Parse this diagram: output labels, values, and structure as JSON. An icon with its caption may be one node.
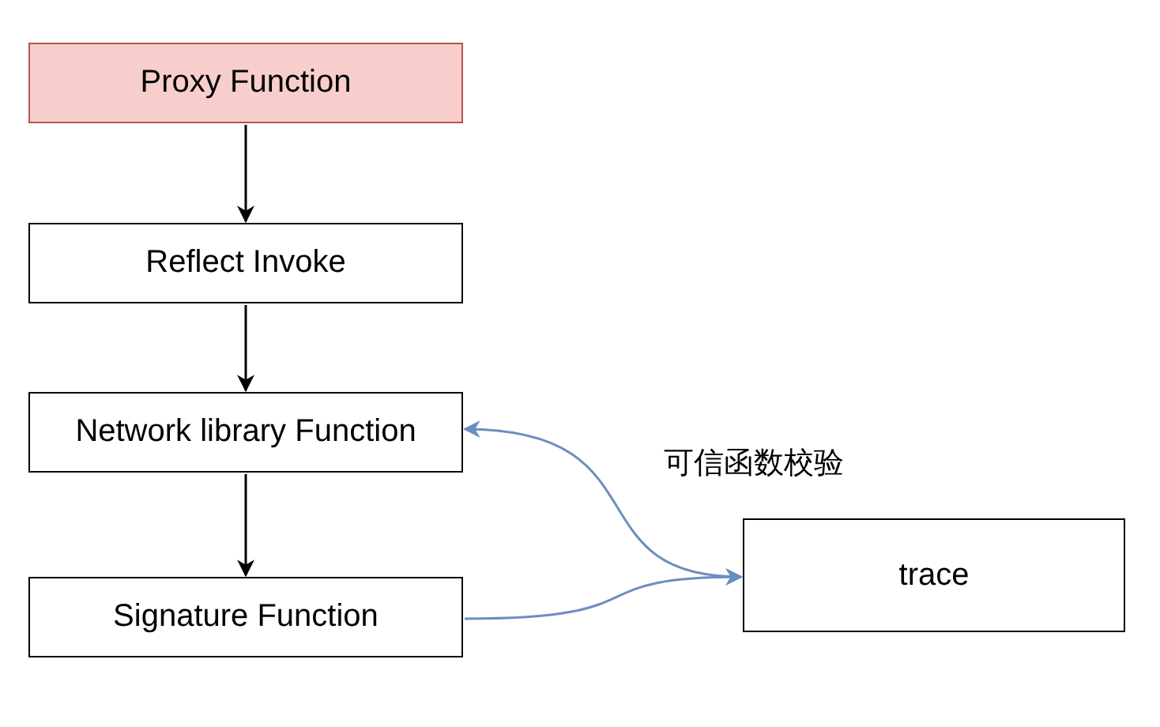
{
  "diagram": {
    "nodes": [
      {
        "text": [
          "Proxy Function"
        ]
      },
      {
        "text": [
          "Reflect Invoke"
        ]
      },
      {
        "text": [
          "Network library Function"
        ]
      },
      {
        "text": [
          "Signature Function"
        ]
      },
      {
        "text": [
          "trace"
        ]
      }
    ],
    "edges": [
      {
        "from": 0,
        "to": 1,
        "arrow": "to"
      },
      {
        "from": 1,
        "to": 2,
        "arrow": "to"
      },
      {
        "from": 2,
        "to": 3,
        "arrow": "to"
      },
      {
        "from": 2,
        "to": 4,
        "arrow": "both",
        "color": "#6c8ebf"
      },
      {
        "from": 3,
        "to": 4,
        "arrow": "to",
        "color": "#6c8ebf"
      }
    ],
    "labels": [
      "可信函数校验"
    ]
  }
}
